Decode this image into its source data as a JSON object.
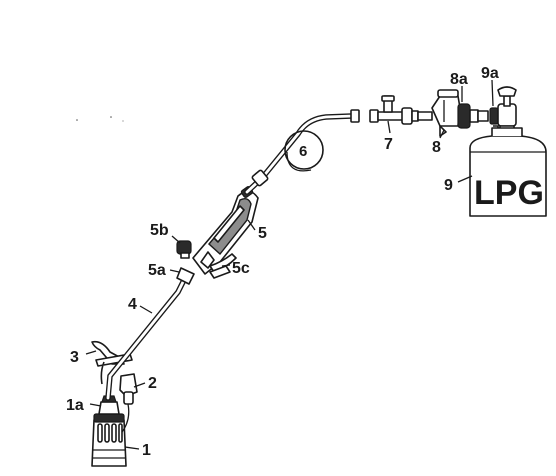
{
  "labels": {
    "l1": "1",
    "l1a": "1a",
    "l2": "2",
    "l3": "3",
    "l4": "4",
    "l5": "5",
    "l5a": "5a",
    "l5b": "5b",
    "l5c": "5c",
    "l6": "6",
    "l7": "7",
    "l8": "8",
    "l8a": "8a",
    "l9": "9",
    "l9a": "9a"
  },
  "cylinder_text": "LPG"
}
